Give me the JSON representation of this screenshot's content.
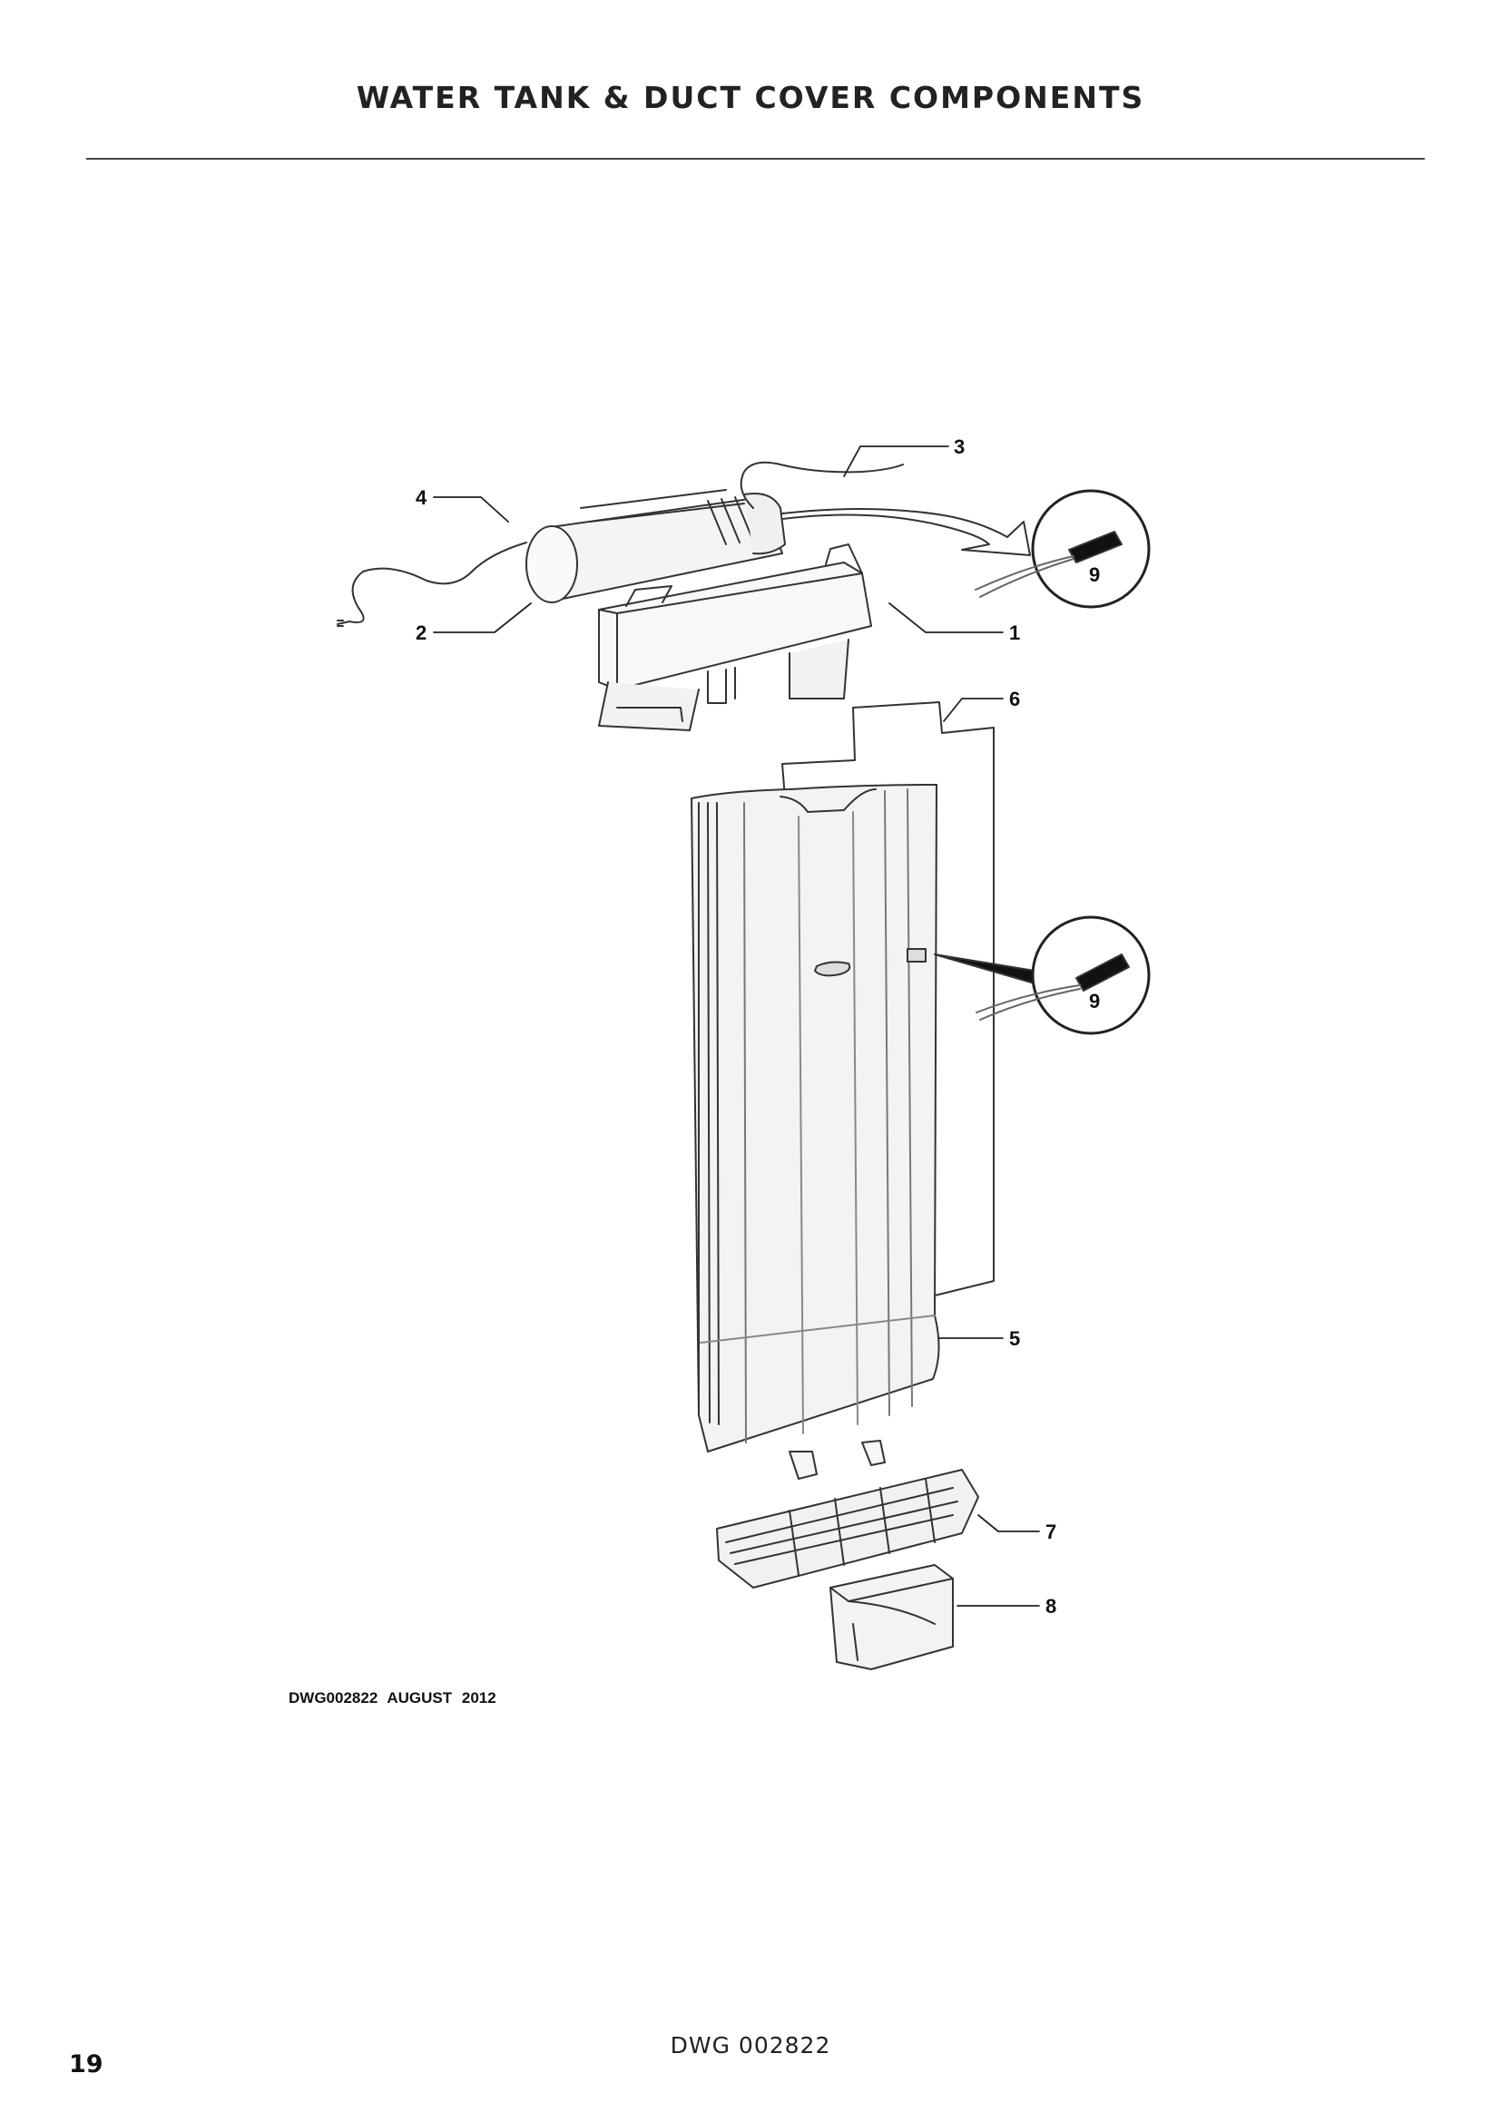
{
  "header": {
    "title": "WATER TANK & DUCT COVER COMPONENTS"
  },
  "diagram": {
    "callouts": {
      "c1": "1",
      "c2": "2",
      "c3": "3",
      "c4": "4",
      "c5": "5",
      "c6": "6",
      "c7": "7",
      "c8": "8",
      "c9a": "9",
      "c9b": "9"
    },
    "drawing_ref": "DWG002822   AUGUST 2012"
  },
  "footer": {
    "drawing_number": "DWG 002822",
    "page_number": "19"
  }
}
